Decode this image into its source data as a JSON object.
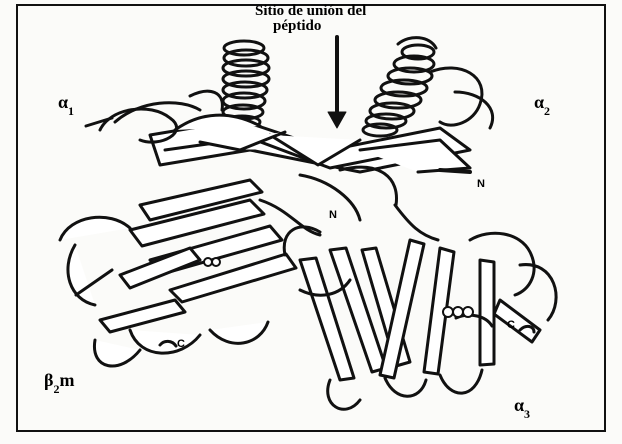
{
  "annotation": {
    "line1": "Sitio de unión del",
    "line2": "péptido"
  },
  "domains": {
    "alpha1": {
      "symbol": "α",
      "sub": "1"
    },
    "alpha2": {
      "symbol": "α",
      "sub": "2"
    },
    "alpha3": {
      "symbol": "α",
      "sub": "3"
    },
    "beta2m": {
      "symbol": "β",
      "sub": "2",
      "suffix": "m"
    }
  },
  "termini": {
    "n_upper": "N",
    "n_middle": "N",
    "c_left": "C",
    "c_right": "C"
  },
  "colors": {
    "ink": "#111111",
    "paper": "#fbfbf9",
    "ribbon_fill": "#ffffff"
  }
}
